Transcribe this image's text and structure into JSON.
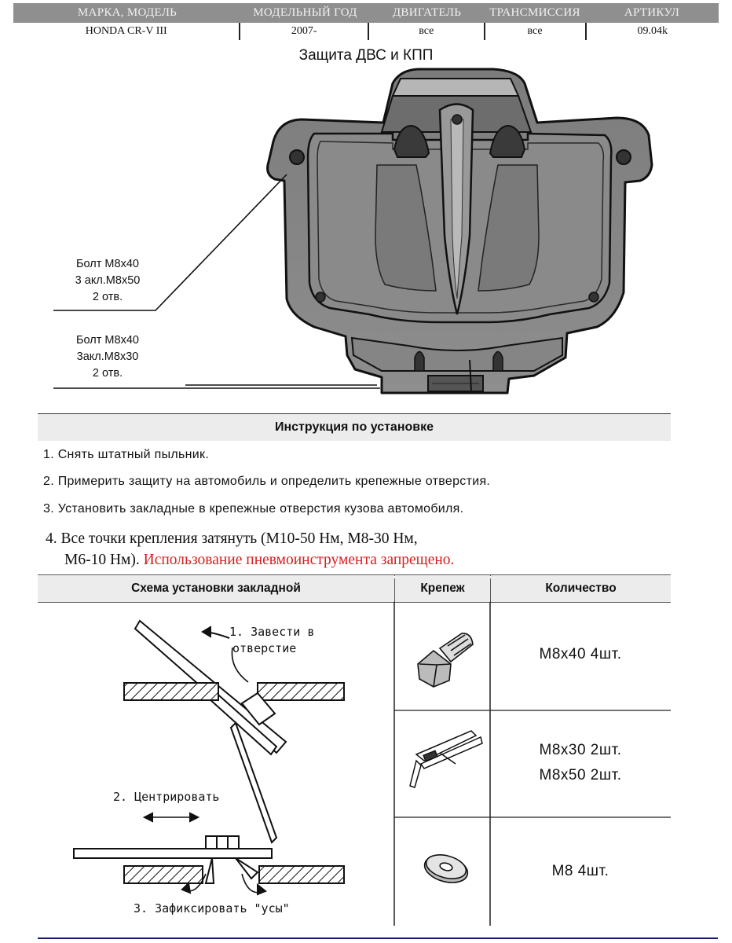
{
  "header": {
    "columns": [
      "МАРКА, МОДЕЛЬ",
      "МОДЕЛЬНЫЙ ГОД",
      "ДВИГАТЕЛЬ",
      "ТРАНСМИССИЯ",
      "АРТИКУЛ"
    ],
    "values": [
      "HONDA CR-V  III",
      "2007-",
      "все",
      "все",
      "09.04k"
    ]
  },
  "title": "Защита ДВС и КПП",
  "bolt_labels": [
    {
      "line1": "Болт М8х40",
      "line2": "3 акл.М8х50",
      "line3": "2 отв."
    },
    {
      "line1": "Болт М8х40",
      "line2": "3акл.М8х30",
      "line3": "2 отв."
    }
  ],
  "instructions": {
    "heading": "Инструкция по установке",
    "steps": [
      "1. Снять штатный пыльник.",
      "2. Примерить защиту на автомобиль и определить крепежные отверстия.",
      "3. Установить закладные в крепежные отверстия кузова автомобиля."
    ],
    "step4_prefix": "4.  Все точки крепления затянуть (М10-50 Нм, М8-30 Нм,",
    "step4_line2": "М6-10 Нм).",
    "step4_warning": "Использование  пневмоинструмента запрещено."
  },
  "table": {
    "headers": [
      "Схема установки закладной",
      "Крепеж",
      "Количество"
    ],
    "rows": [
      {
        "qty": [
          "М8х40  4шт."
        ]
      },
      {
        "qty": [
          "М8х30  2шт.",
          "М8х50  2шт."
        ]
      },
      {
        "qty": [
          "М8  4шт."
        ]
      }
    ]
  },
  "diagram_steps": {
    "step1_line1": "1. Завести в",
    "step1_line2": "отверстие",
    "step2": "2. Центрировать",
    "step3": "3. Зафиксировать \"усы\""
  }
}
